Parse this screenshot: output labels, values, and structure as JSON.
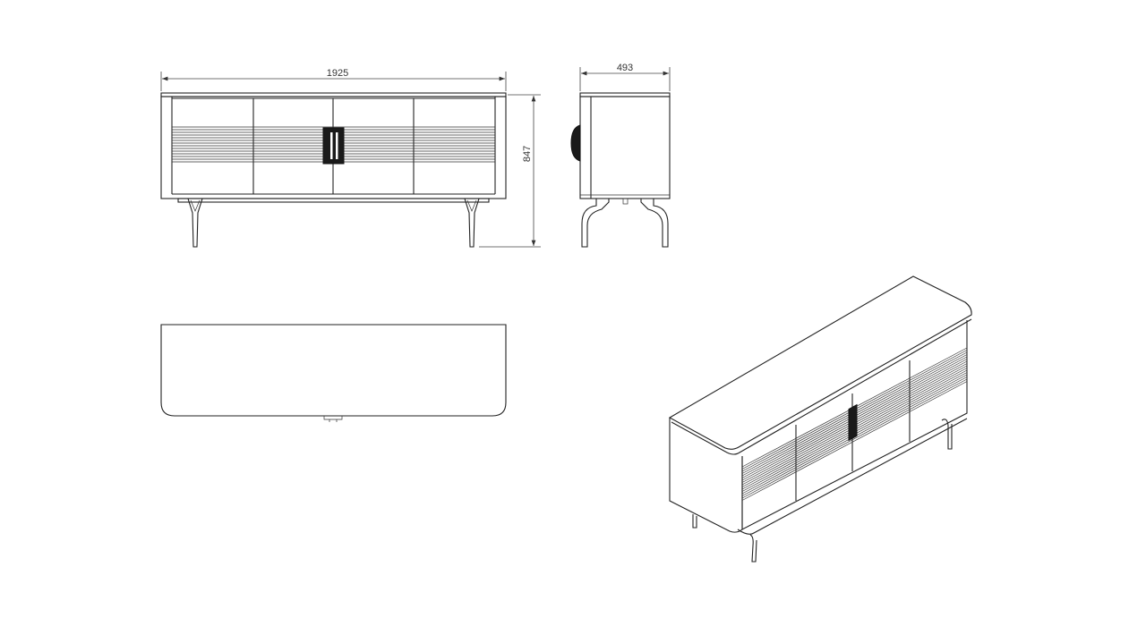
{
  "drawing": {
    "dimensions": {
      "width_mm": "1925",
      "height_mm": "847",
      "depth_mm": "493"
    },
    "views": [
      "front-view",
      "side-view",
      "top-view",
      "isometric-view"
    ],
    "line_color": "#222222",
    "background": "#ffffff"
  }
}
